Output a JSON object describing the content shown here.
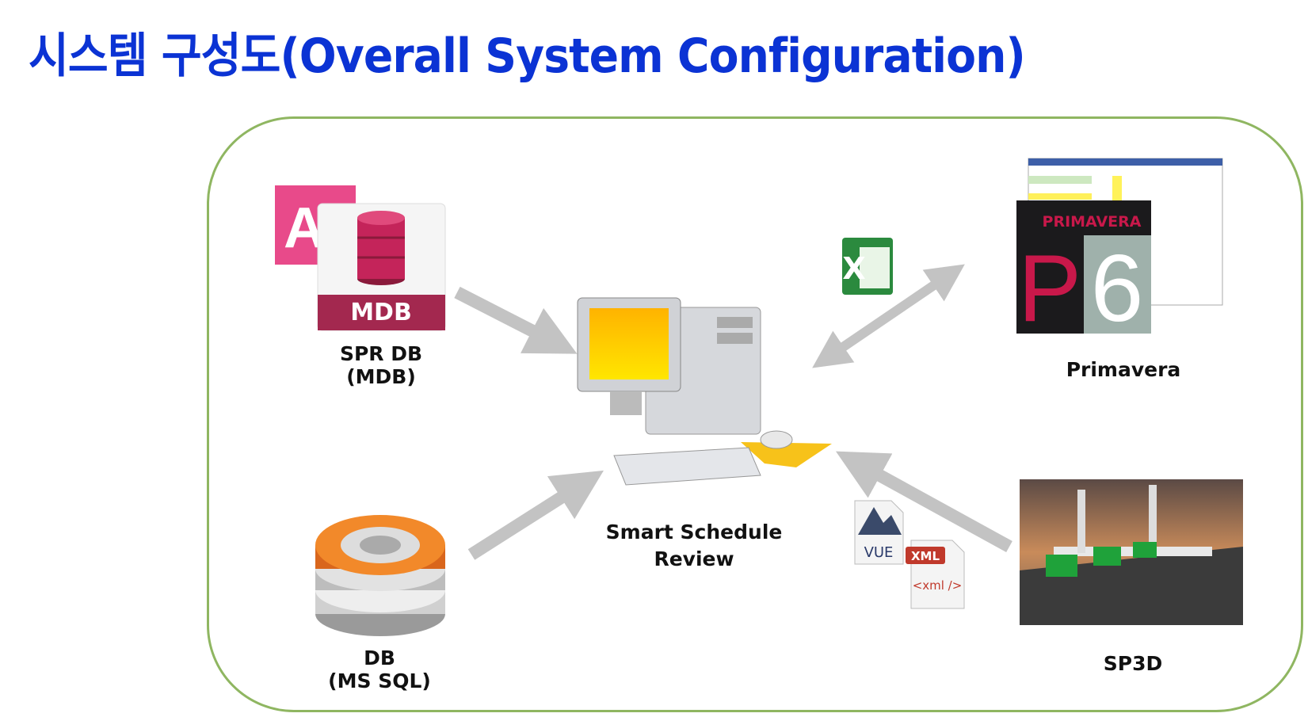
{
  "title": "시스템 구성도(Overall System Configuration)",
  "nodes": {
    "mdb": {
      "icon_text": "MDB",
      "line1": "SPR DB",
      "line2": "(MDB)"
    },
    "mssql": {
      "line1": "DB",
      "line2": "(MS SQL)"
    },
    "center": {
      "line1": "Smart Schedule",
      "line2": "Review"
    },
    "primavera": {
      "logo_text": "PRIMAVERA",
      "logo_p": "P",
      "logo_6": "6",
      "label": "Primavera"
    },
    "sp3d": {
      "label": "SP3D"
    },
    "files": {
      "vue": "VUE",
      "xml_badge": "XML",
      "xml_tag": "<xml />",
      "excel": "X"
    }
  },
  "colors": {
    "title": "#0b33d4",
    "frame": "#8fb661",
    "arrow": "#c3c3c3"
  }
}
